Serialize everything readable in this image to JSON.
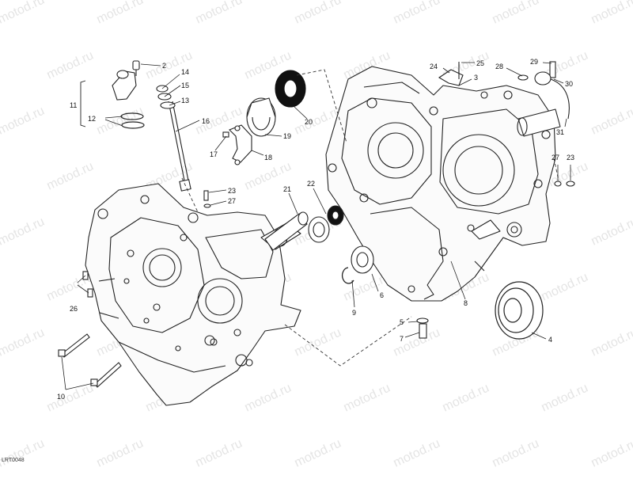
{
  "diagram": {
    "watermark_text": "motod.ru",
    "drawing_code": "LRT0048"
  },
  "callouts": [
    {
      "id": "2",
      "label": "2"
    },
    {
      "id": "3",
      "label": "3"
    },
    {
      "id": "4",
      "label": "4"
    },
    {
      "id": "5",
      "label": "5"
    },
    {
      "id": "6",
      "label": "6"
    },
    {
      "id": "7",
      "label": "7"
    },
    {
      "id": "8",
      "label": "8"
    },
    {
      "id": "9",
      "label": "9"
    },
    {
      "id": "10",
      "label": "10"
    },
    {
      "id": "11",
      "label": "11"
    },
    {
      "id": "12",
      "label": "12"
    },
    {
      "id": "13",
      "label": "13"
    },
    {
      "id": "14",
      "label": "14"
    },
    {
      "id": "15",
      "label": "15"
    },
    {
      "id": "16",
      "label": "16"
    },
    {
      "id": "17",
      "label": "17"
    },
    {
      "id": "18",
      "label": "18"
    },
    {
      "id": "19",
      "label": "19"
    },
    {
      "id": "20",
      "label": "20"
    },
    {
      "id": "21",
      "label": "21"
    },
    {
      "id": "22",
      "label": "22"
    },
    {
      "id": "23a",
      "label": "23"
    },
    {
      "id": "23b",
      "label": "23"
    },
    {
      "id": "24",
      "label": "24"
    },
    {
      "id": "25",
      "label": "25"
    },
    {
      "id": "26",
      "label": "26"
    },
    {
      "id": "27a",
      "label": "27"
    },
    {
      "id": "27b",
      "label": "27"
    },
    {
      "id": "28",
      "label": "28"
    },
    {
      "id": "29",
      "label": "29"
    },
    {
      "id": "30",
      "label": "30"
    },
    {
      "id": "31",
      "label": "31"
    }
  ]
}
